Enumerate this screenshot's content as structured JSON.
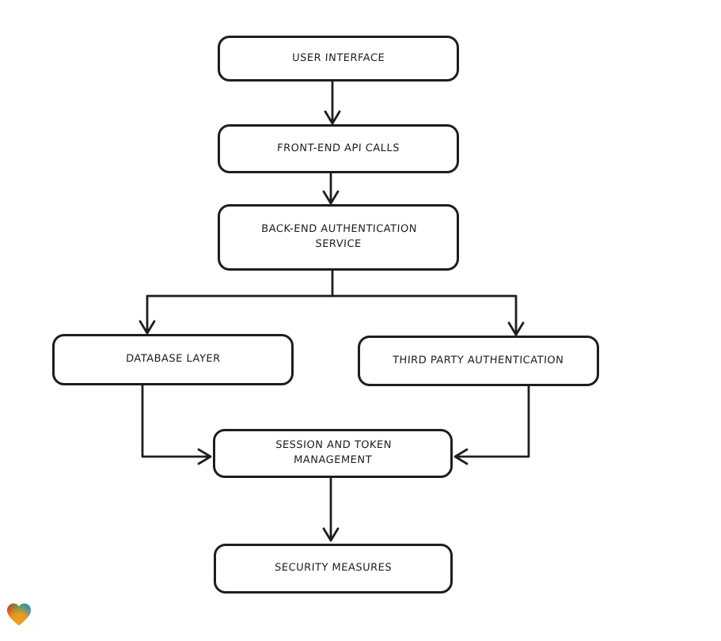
{
  "diagram": {
    "type": "flowchart",
    "style": "hand-drawn",
    "colors": {
      "stroke": "#1e1e1e",
      "node_fill": "#ffffff",
      "background": "#ffffff"
    },
    "nodes": [
      {
        "id": "user-interface",
        "label": "USER INTERFACE"
      },
      {
        "id": "front-end-api-calls",
        "label": "FRONT-END API CALLS"
      },
      {
        "id": "back-end-authentication-service",
        "label": "BACK-END AUTHENTICATION SERVICE"
      },
      {
        "id": "database-layer",
        "label": "DATABASE LAYER"
      },
      {
        "id": "third-party-authentication",
        "label": "THIRD PARTY AUTHENTICATION"
      },
      {
        "id": "session-and-token-management",
        "label": "SESSION AND TOKEN MANAGEMENT"
      },
      {
        "id": "security-measures",
        "label": "SECURITY MEASURES"
      }
    ],
    "edges": [
      {
        "from": "user-interface",
        "to": "front-end-api-calls"
      },
      {
        "from": "front-end-api-calls",
        "to": "back-end-authentication-service"
      },
      {
        "from": "back-end-authentication-service",
        "to": "database-layer"
      },
      {
        "from": "back-end-authentication-service",
        "to": "third-party-authentication"
      },
      {
        "from": "database-layer",
        "to": "session-and-token-management"
      },
      {
        "from": "third-party-authentication",
        "to": "session-and-token-management"
      },
      {
        "from": "session-and-token-management",
        "to": "security-measures"
      }
    ]
  },
  "footer": {
    "logo": {
      "name": "gradient-heart-logo",
      "colors": {
        "left": "#e5372b",
        "middle_top": "#57a244",
        "right": "#2f8ed5",
        "bottom": "#f69b1e"
      }
    }
  }
}
